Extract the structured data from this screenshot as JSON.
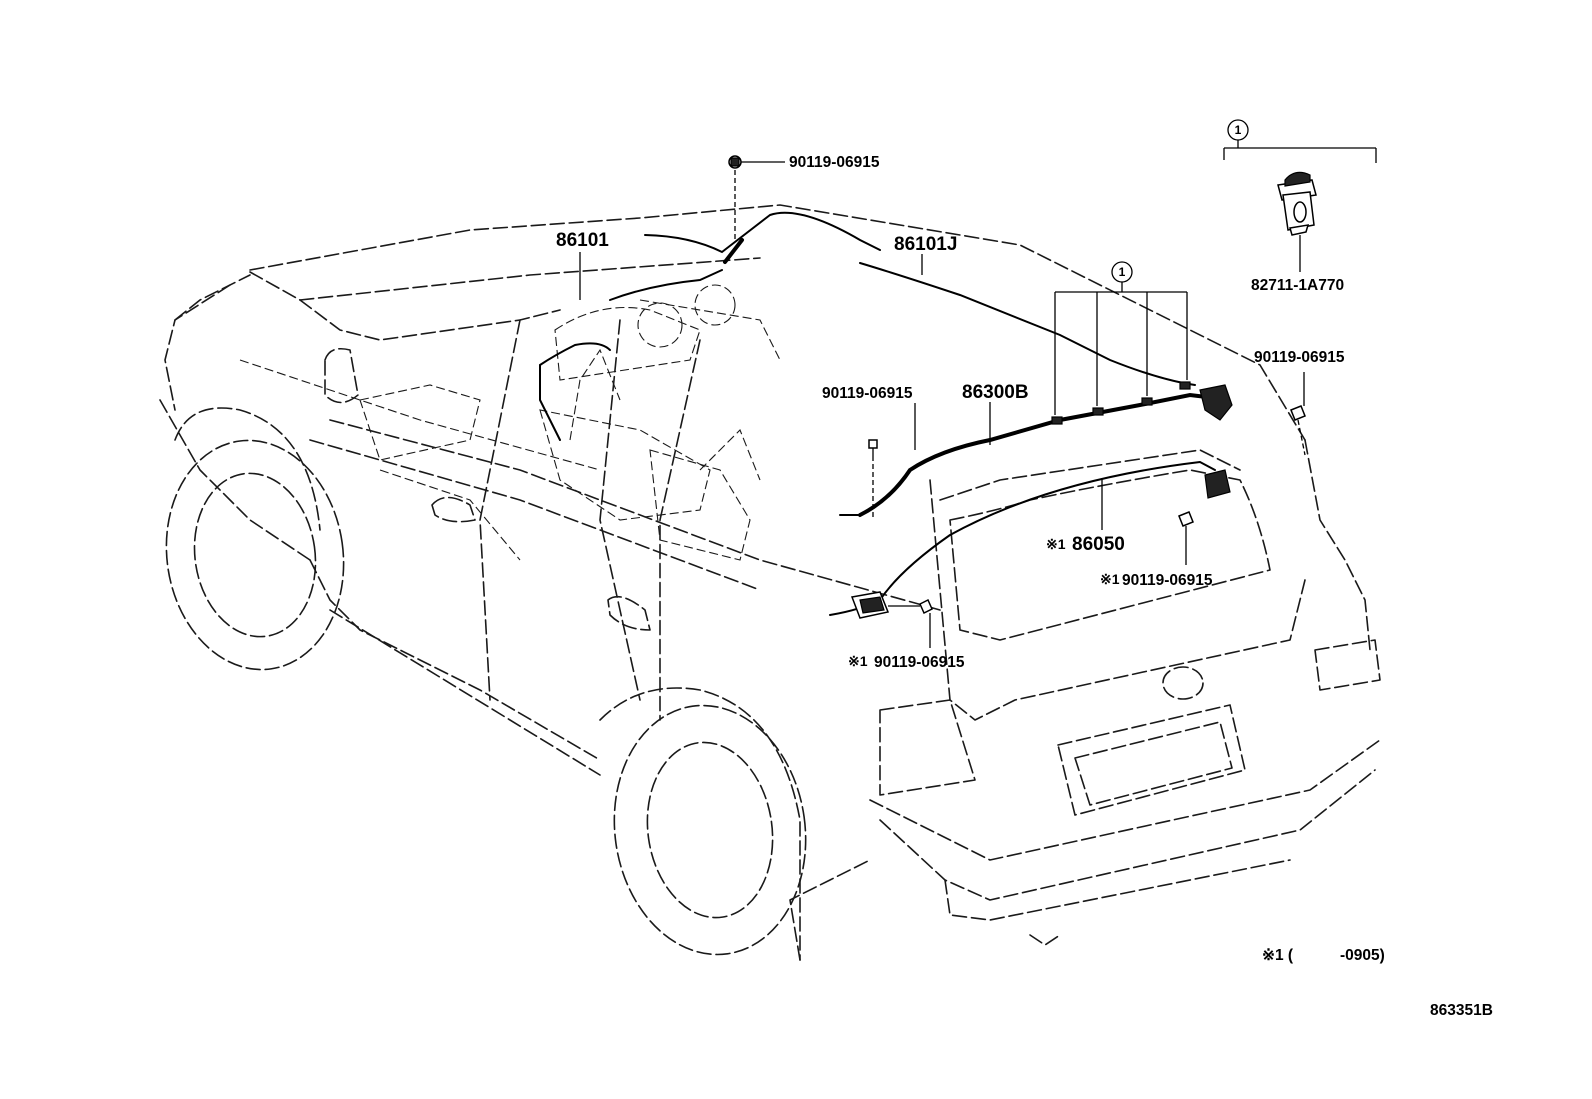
{
  "labels": {
    "p86101": "86101",
    "p86101j": "86101J",
    "p86300b": "86300B",
    "p86050": "86050",
    "p86050_mark": "※1",
    "bolt_top": "90119-06915",
    "bolt_mid": "90119-06915",
    "bolt_right": "90119-06915",
    "bolt_rear": "90119-06915",
    "bolt_rear_mark": "※1",
    "bolt_bottom": "90119-06915",
    "bolt_bottom_mark": "※1",
    "clip_part": "82711-1A770",
    "callout_1": "1",
    "callout_1b": "1"
  },
  "footnote": {
    "mark": "※1 (",
    "range": "-0905)"
  },
  "figure_code": "863351B"
}
